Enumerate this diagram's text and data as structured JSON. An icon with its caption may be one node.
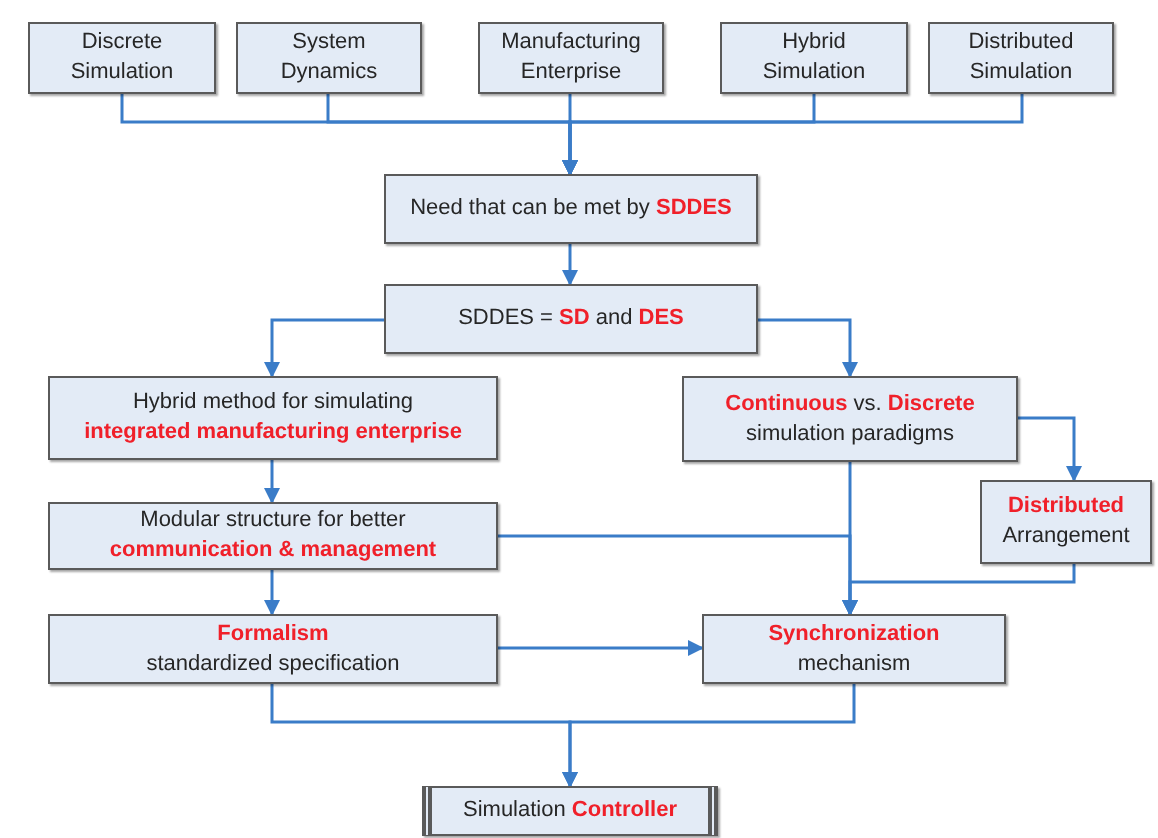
{
  "diagram": {
    "nodes": [
      {
        "text": [
          "Discrete Simulation"
        ]
      },
      {
        "text": [
          "System Dynamics"
        ]
      },
      {
        "text": [
          "Manufacturing Enterprise"
        ]
      },
      {
        "text": [
          "Hybrid Simulation"
        ]
      },
      {
        "text": [
          "Distributed Simulation"
        ]
      },
      {
        "text": [
          "Need that can be met by **SDDES**"
        ]
      },
      {
        "text": [
          "SDDES = **SD** and **DES**"
        ]
      },
      {
        "text": [
          "Hybrid method for simulating **integrated manufacturing enterprise**"
        ]
      },
      {
        "text": [
          "**Continuous** vs. **Discrete** simulation paradigms"
        ]
      },
      {
        "text": [
          "Modular structure for better **communication & management**"
        ]
      },
      {
        "text": [
          "**Distributed** Arrangement"
        ]
      },
      {
        "text": [
          "**Formalism** standardized specification"
        ]
      },
      {
        "text": [
          "**Synchronization** mechanism"
        ]
      },
      {
        "text": [
          "Simulation **Controller**"
        ]
      }
    ],
    "edges": [
      {
        "from": 0,
        "to": 5,
        "arrow": "to"
      },
      {
        "from": 1,
        "to": 5,
        "arrow": "to"
      },
      {
        "from": 2,
        "to": 5,
        "arrow": "to"
      },
      {
        "from": 3,
        "to": 5,
        "arrow": "to"
      },
      {
        "from": 4,
        "to": 5,
        "arrow": "to"
      },
      {
        "from": 5,
        "to": 6,
        "arrow": "to"
      },
      {
        "from": 6,
        "to": 7,
        "arrow": "to"
      },
      {
        "from": 6,
        "to": 8,
        "arrow": "to"
      },
      {
        "from": 7,
        "to": 9,
        "arrow": "to"
      },
      {
        "from": 8,
        "to": 10,
        "arrow": "to"
      },
      {
        "from": 8,
        "to": 12,
        "arrow": "to"
      },
      {
        "from": 9,
        "to": 12,
        "arrow": "to"
      },
      {
        "from": 10,
        "to": 12,
        "arrow": "to"
      },
      {
        "from": 9,
        "to": 11,
        "arrow": "to"
      },
      {
        "from": 11,
        "to": 12,
        "arrow": "to"
      },
      {
        "from": 11,
        "to": 13,
        "arrow": "to"
      },
      {
        "from": 12,
        "to": 13,
        "arrow": "to"
      }
    ]
  }
}
